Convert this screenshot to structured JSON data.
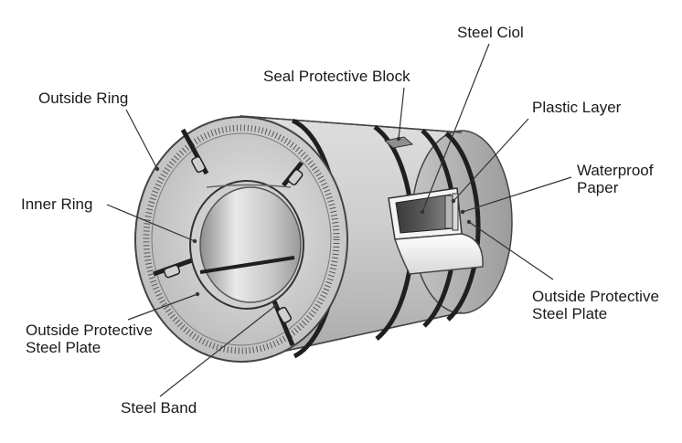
{
  "labels": {
    "steel_coil": "Steel Ciol",
    "seal_protective_block": "Seal Protective Block",
    "outside_ring": "Outside Ring",
    "plastic_layer": "Plastic Layer",
    "waterproof_paper": "Waterproof\nPaper",
    "inner_ring": "Inner Ring",
    "outside_protective_plate_right": "Outside Protective\nSteel Plate",
    "outside_protective_plate_left": "Outside Protective\nSteel Plate",
    "steel_band": "Steel Band"
  },
  "colors": {
    "coil_body": "#cfcfcf",
    "band": "#1f1f1f",
    "line": "#333333",
    "background": "#ffffff"
  }
}
